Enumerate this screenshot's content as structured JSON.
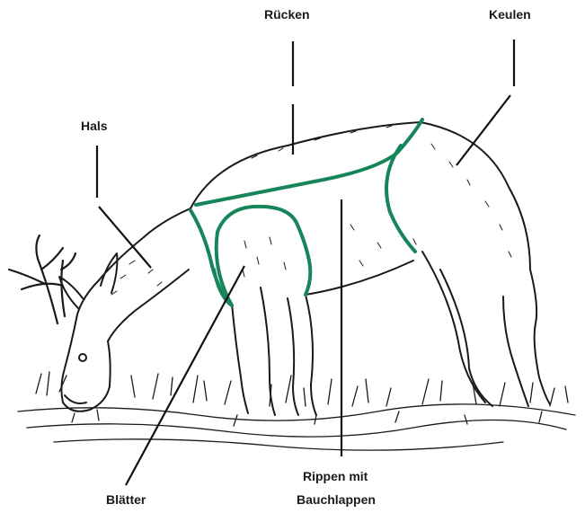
{
  "labels": {
    "ruecken": "Rücken",
    "keulen": "Keulen",
    "hals": "Hals",
    "blaetter": "Blätter",
    "rippen_line1": "Rippen mit",
    "rippen_line2": "Bauchlappen"
  },
  "colors": {
    "cut_lines": "#16855a",
    "ink": "#1a1a1a",
    "leader": "#111111"
  }
}
